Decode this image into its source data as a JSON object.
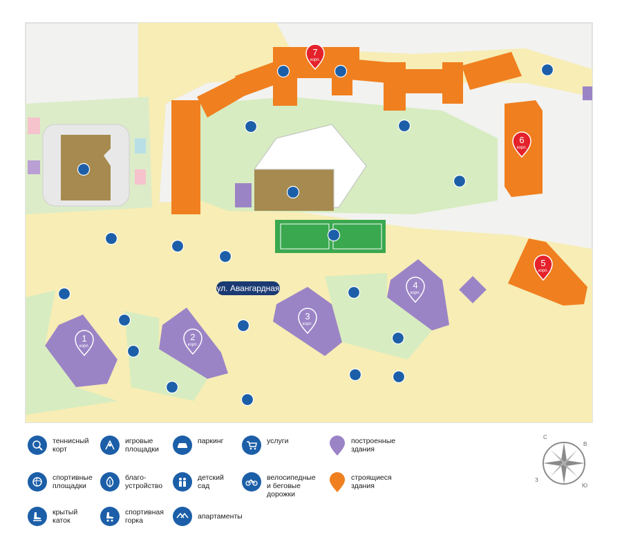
{
  "street": "ул. Авангардная",
  "colors": {
    "built": "#9b84c6",
    "construction": "#f07f1f",
    "icon": "#1c5fa8",
    "pin_red": "#e4222b",
    "road": "#f7edb5",
    "green": "#d7ecc1",
    "sport": "#3aa84f"
  },
  "buildings": [
    {
      "num": "1",
      "sub": "корп.",
      "status": "built"
    },
    {
      "num": "2",
      "sub": "корп.",
      "status": "built"
    },
    {
      "num": "3",
      "sub": "корп.",
      "status": "built"
    },
    {
      "num": "4",
      "sub": "корп.",
      "status": "built"
    },
    {
      "num": "5",
      "sub": "корп.",
      "status": "construction"
    },
    {
      "num": "6",
      "sub": "корп.",
      "status": "construction"
    },
    {
      "num": "7",
      "sub": "корп.",
      "status": "construction"
    }
  ],
  "legend": [
    {
      "icon": "tennis-icon",
      "label": "теннисный\nкорт"
    },
    {
      "icon": "playground-icon",
      "label": "игровые\nплощадки"
    },
    {
      "icon": "car-icon",
      "label": "паркинг"
    },
    {
      "icon": "cart-icon",
      "label": "услуги"
    },
    {
      "icon": "built-drop-icon",
      "label": "построенные\nздания"
    },
    {
      "icon": "ball-icon",
      "label": "спортивные\nплощадки"
    },
    {
      "icon": "leaf-icon",
      "label": "благо-\nустройство"
    },
    {
      "icon": "kids-icon",
      "label": "детский\nсад"
    },
    {
      "icon": "bike-icon",
      "label": "велосипедные\nи беговые\nдорожки"
    },
    {
      "icon": "construction-drop-icon",
      "label": "строящиеся\nздания"
    },
    {
      "icon": "skate-icon",
      "label": "крытый\nкаток"
    },
    {
      "icon": "rollerskate-icon",
      "label": "спортивная\nгорка"
    },
    {
      "icon": "apartments-icon",
      "label": "апартаменты"
    }
  ],
  "compass": {
    "n": "С",
    "e": "В",
    "s": "Ю",
    "w": "З"
  }
}
